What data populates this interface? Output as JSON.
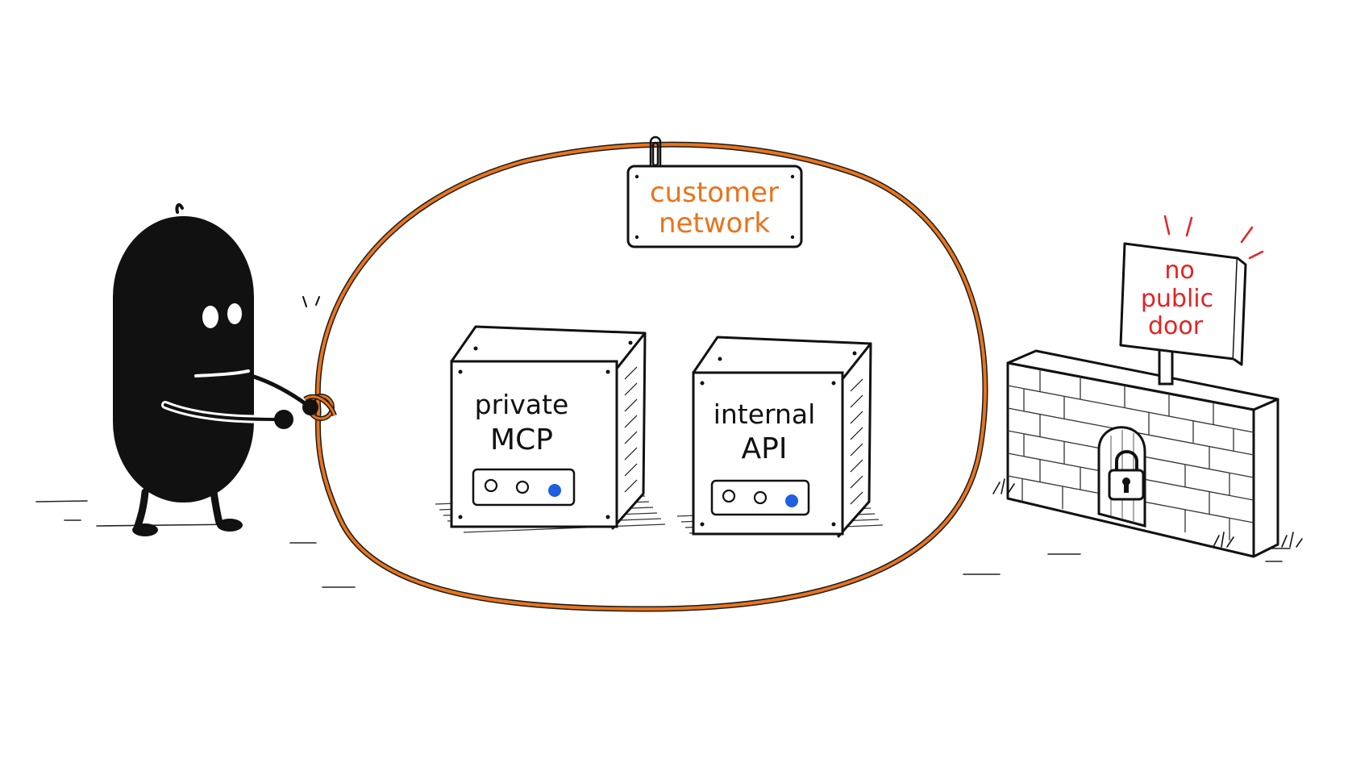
{
  "colors": {
    "ink": "#111111",
    "rope": "#e8741c",
    "rope_shadow": "#1a1a1a",
    "warning": "#e52222",
    "led": "#1f5fe0",
    "paper": "#ffffff"
  },
  "labels": {
    "network_sign_line1": "customer",
    "network_sign_line2": "network",
    "server1_line1": "private",
    "server1_line2": "MCP",
    "server2_line1": "internal",
    "server2_line2": "API",
    "wall_sign_line1": "no",
    "wall_sign_line2": "public",
    "wall_sign_line3": "door"
  },
  "icons": {
    "character": "blob-character-icon",
    "knot": "rope-knot-icon",
    "clip": "paper-clip-icon",
    "padlock": "padlock-icon",
    "server": "server-box-icon"
  }
}
